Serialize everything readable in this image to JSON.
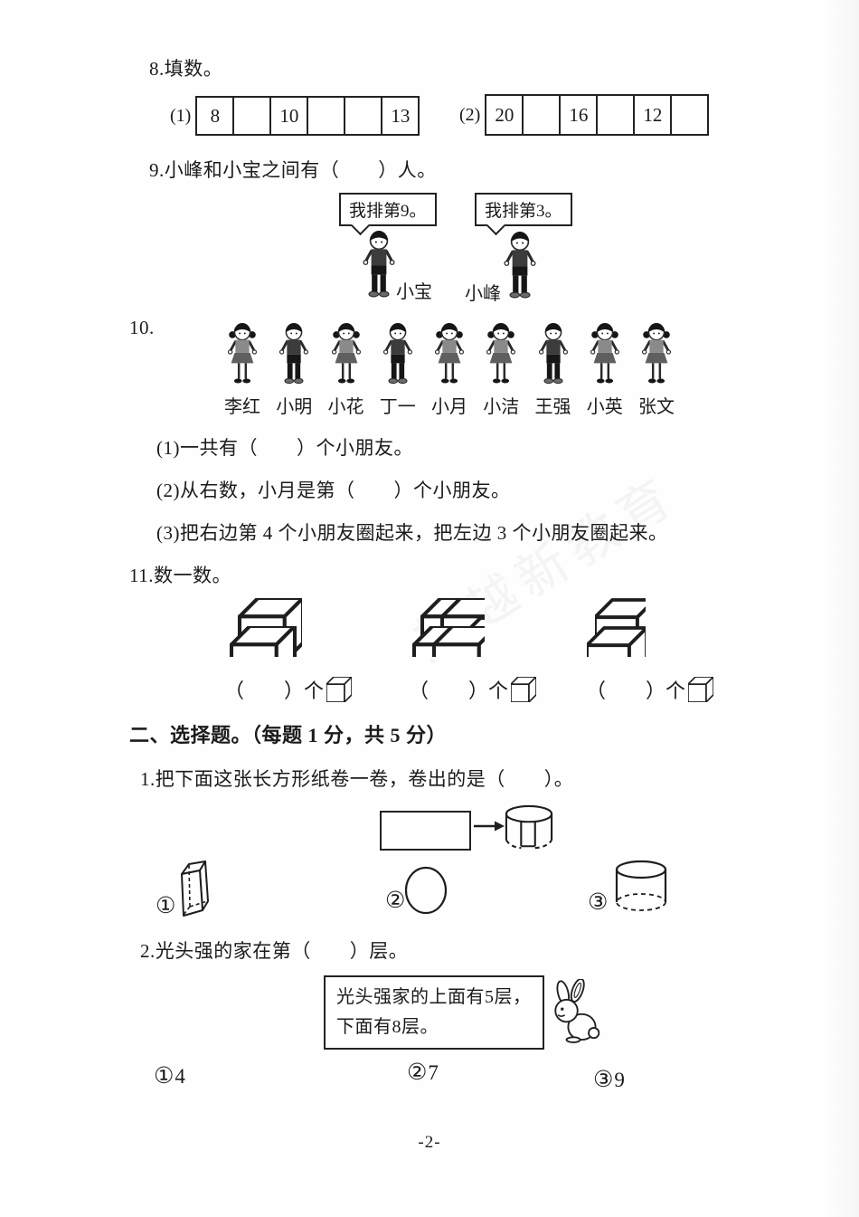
{
  "page": {
    "number": "-2-",
    "watermark": "超越新教育"
  },
  "q8": {
    "title": "8.填数。",
    "strips": [
      {
        "label": "(1)",
        "cells": [
          "8",
          "",
          "10",
          "",
          "",
          "13"
        ]
      },
      {
        "label": "(2)",
        "cells": [
          "20",
          "",
          "16",
          "",
          "12",
          ""
        ]
      }
    ]
  },
  "q9": {
    "title": "9.小峰和小宝之间有（　　）人。",
    "bubble_left": "我排第9。",
    "bubble_right": "我排第3。",
    "name_left": "小宝",
    "name_right": "小峰"
  },
  "q10": {
    "number": "10.",
    "names": [
      "李红",
      "小明",
      "小花",
      "丁一",
      "小月",
      "小洁",
      "王强",
      "小英",
      "张文"
    ],
    "sub1": "(1)一共有（　　）个小朋友。",
    "sub2": "(2)从右数，小月是第（　　）个小朋友。",
    "sub3": "(3)把右边第 4 个小朋友圈起来，把左边 3 个小朋友圈起来。"
  },
  "q11": {
    "title": "11.数一数。",
    "answer_label": "（　　）个",
    "figures": [
      {
        "cube_count": 4
      },
      {
        "cube_count": 5
      },
      {
        "cube_count": 3
      }
    ]
  },
  "sec2": {
    "title": "二、选择题。（每题 1 分，共 5 分）",
    "q1": {
      "title": "1.把下面这张长方形纸卷一卷，卷出的是（　　）。",
      "opt1": "①",
      "opt2": "②",
      "opt3": "③"
    },
    "q2": {
      "title": "2.光头强的家在第（　　）层。",
      "bubble_line1": "光头强家的上面有5层，",
      "bubble_line2": "下面有8层。",
      "options": [
        {
          "m": "①",
          "v": "4"
        },
        {
          "m": "②",
          "v": "7"
        },
        {
          "m": "③",
          "v": "9"
        }
      ]
    }
  }
}
